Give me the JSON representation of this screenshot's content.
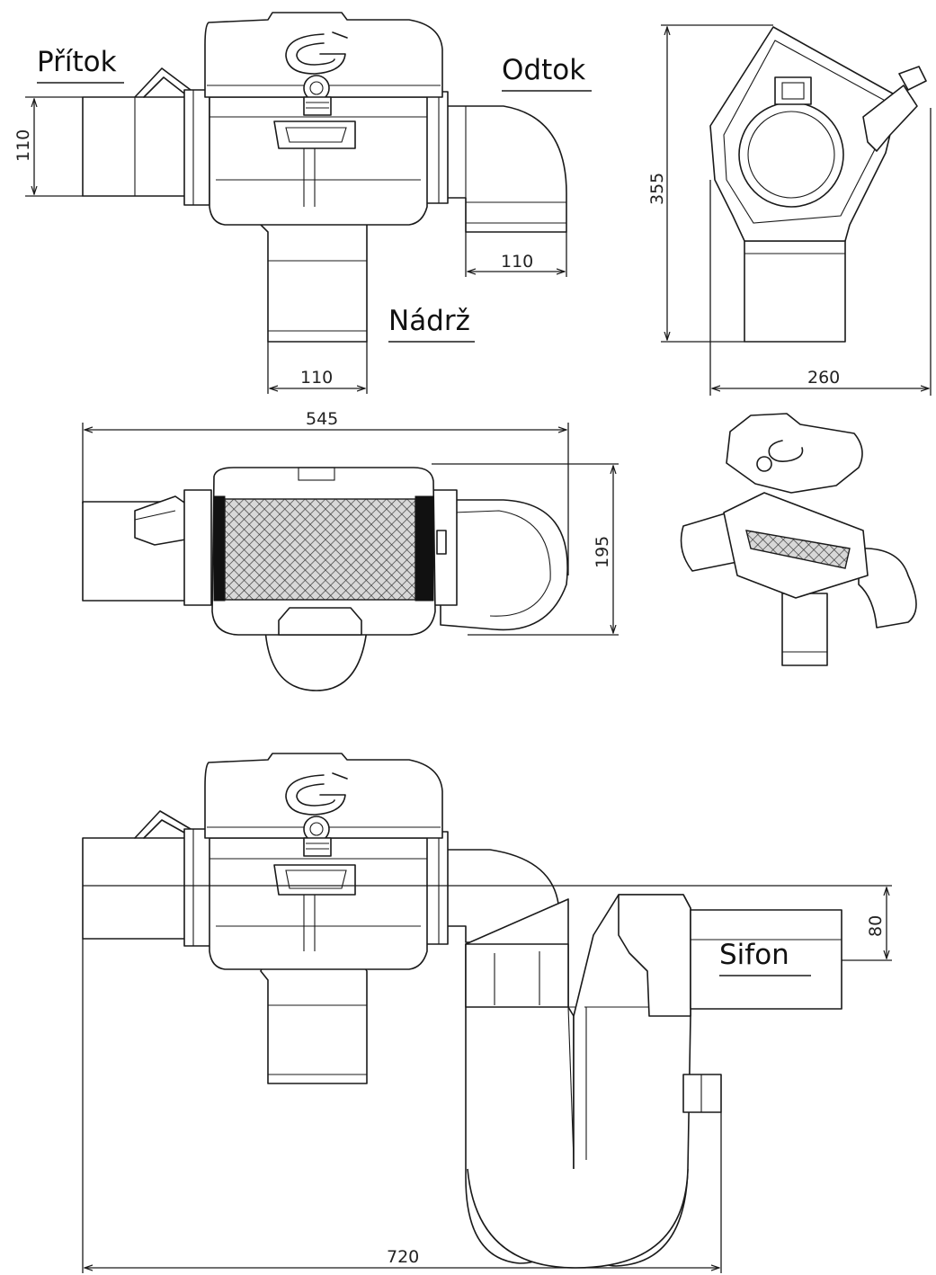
{
  "labels": {
    "inlet": "Přítok",
    "outlet": "Odtok",
    "tank": "Nádrž",
    "siphon": "Sifon"
  },
  "dimensions": {
    "inlet_height": "110",
    "outlet_width": "110",
    "tank_width": "110",
    "side_height": "355",
    "side_width": "260",
    "top_length": "545",
    "top_height": "195",
    "siphon_offset": "80",
    "total_length": "720"
  }
}
